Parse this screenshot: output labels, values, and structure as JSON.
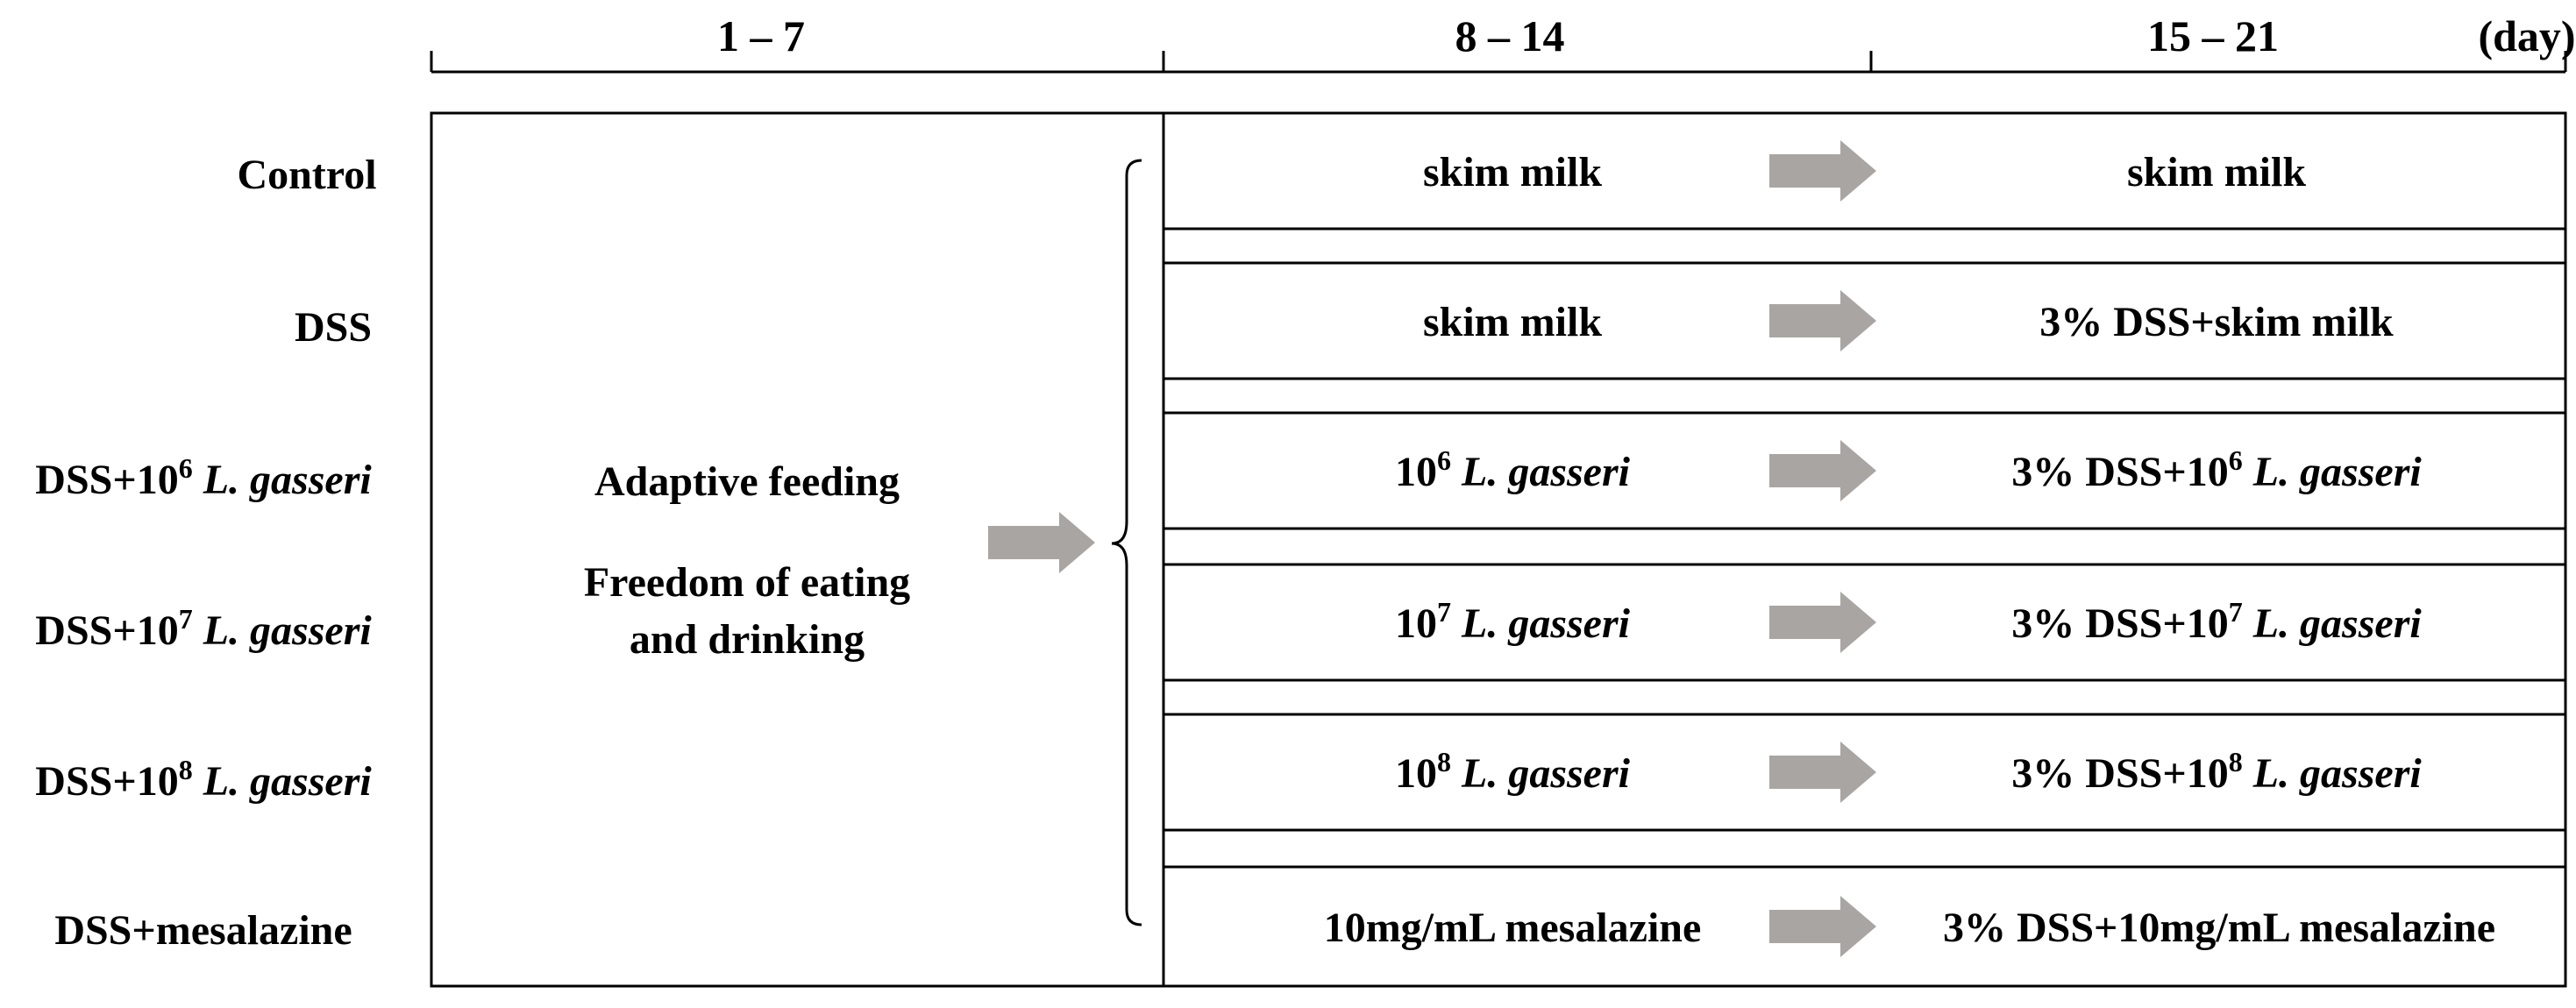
{
  "colors": {
    "arrow": "#a8a5a3",
    "line": "#000000",
    "background": "#ffffff"
  },
  "timeline": {
    "periods": [
      "1 – 7",
      "8 – 14",
      "15 – 21"
    ],
    "unit": "(day)"
  },
  "groups": [
    {
      "name": "Control",
      "name_sup": "",
      "name_species": ""
    },
    {
      "name": "DSS",
      "name_sup": "",
      "name_species": ""
    },
    {
      "name": "DSS+10",
      "name_sup": "6",
      "name_species": "L. gasseri"
    },
    {
      "name": "DSS+10",
      "name_sup": "7",
      "name_species": "L. gasseri"
    },
    {
      "name": "DSS+10",
      "name_sup": "8",
      "name_species": "L. gasseri"
    },
    {
      "name": "DSS+mesalazine",
      "name_sup": "",
      "name_species": ""
    }
  ],
  "adaptive": {
    "line1": "Adaptive feeding",
    "line2": "Freedom of eating",
    "line3": "and drinking"
  },
  "treatments": [
    {
      "week2": {
        "pre": "skim milk",
        "sup": "",
        "species": ""
      },
      "week3": {
        "pre": "skim milk",
        "sup": "",
        "species": ""
      }
    },
    {
      "week2": {
        "pre": "skim milk",
        "sup": "",
        "species": ""
      },
      "week3": {
        "pre": "3% DSS+skim milk",
        "sup": "",
        "species": ""
      }
    },
    {
      "week2": {
        "pre": "10",
        "sup": "6",
        "species": "L. gasseri"
      },
      "week3": {
        "pre": "3% DSS+10",
        "sup": "6",
        "species": "L. gasseri"
      }
    },
    {
      "week2": {
        "pre": "10",
        "sup": "7",
        "species": "L. gasseri"
      },
      "week3": {
        "pre": "3% DSS+10",
        "sup": "7",
        "species": "L. gasseri"
      }
    },
    {
      "week2": {
        "pre": "10",
        "sup": "8",
        "species": "L. gasseri"
      },
      "week3": {
        "pre": "3% DSS+10",
        "sup": "8",
        "species": "L. gasseri"
      }
    },
    {
      "week2": {
        "pre": "10mg/mL mesalazine",
        "sup": "",
        "species": ""
      },
      "week3": {
        "pre": "3% DSS+10mg/mL mesalazine",
        "sup": "",
        "species": ""
      }
    }
  ]
}
